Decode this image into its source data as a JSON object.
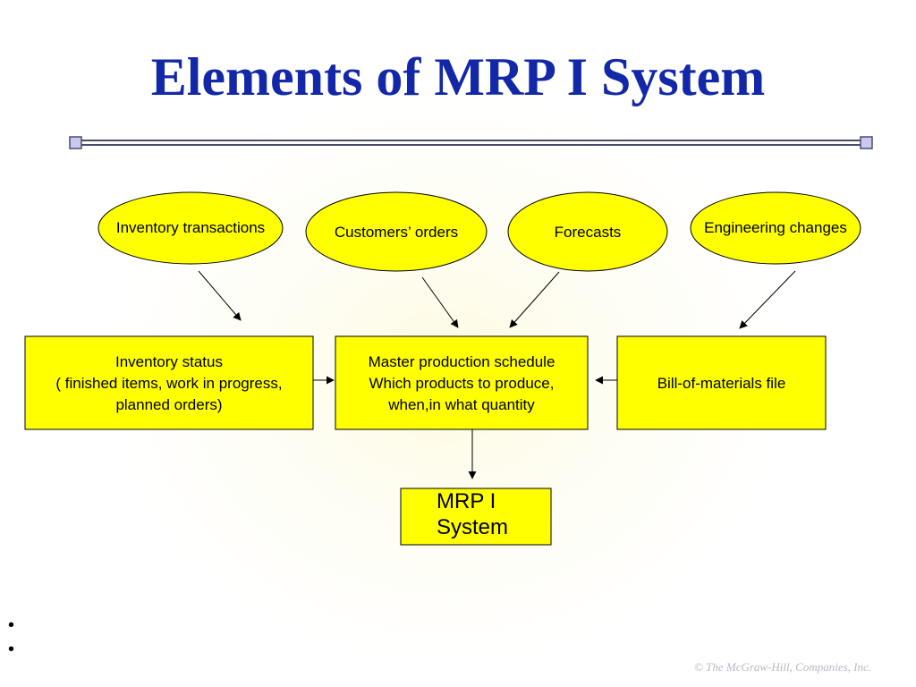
{
  "slide": {
    "title": "Elements of MRP I System",
    "copyright": "© The McGraw-Hill, Companies, Inc.",
    "bullets": [
      "•",
      "•"
    ]
  },
  "diagram": {
    "inputs": [
      {
        "id": "inventory-transactions",
        "label": "Inventory transactions"
      },
      {
        "id": "customers-orders",
        "label": "Customers’ orders"
      },
      {
        "id": "forecasts",
        "label": "Forecasts"
      },
      {
        "id": "engineering-changes",
        "label": "Engineering changes"
      }
    ],
    "boxes": {
      "inventory_status": {
        "line1": "Inventory status",
        "line2": "( finished items, work in progress,",
        "line3": "planned orders)"
      },
      "master_schedule": {
        "line1": "Master production schedule",
        "line2": "Which products to produce,",
        "line3": "when,in what quantity"
      },
      "bom": {
        "line1": "Bill-of-materials file"
      },
      "mrp": {
        "line1": "MRP I",
        "line2": "System"
      }
    },
    "edges": [
      {
        "from": "Inventory transactions",
        "to": "Inventory status"
      },
      {
        "from": "Customers’ orders",
        "to": "Master production schedule"
      },
      {
        "from": "Forecasts",
        "to": "Master production schedule"
      },
      {
        "from": "Engineering changes",
        "to": "Bill-of-materials file"
      },
      {
        "from": "Inventory status",
        "to": "Master production schedule"
      },
      {
        "from": "Bill-of-materials file",
        "to": "Master production schedule"
      },
      {
        "from": "Master production schedule",
        "to": "MRP I System"
      }
    ],
    "colors": {
      "title": "#1228a8",
      "shape_fill": "#ffff00",
      "outline": "#000000",
      "rule": "#4a4a6a",
      "rule_end": "#c8c8f0"
    }
  }
}
